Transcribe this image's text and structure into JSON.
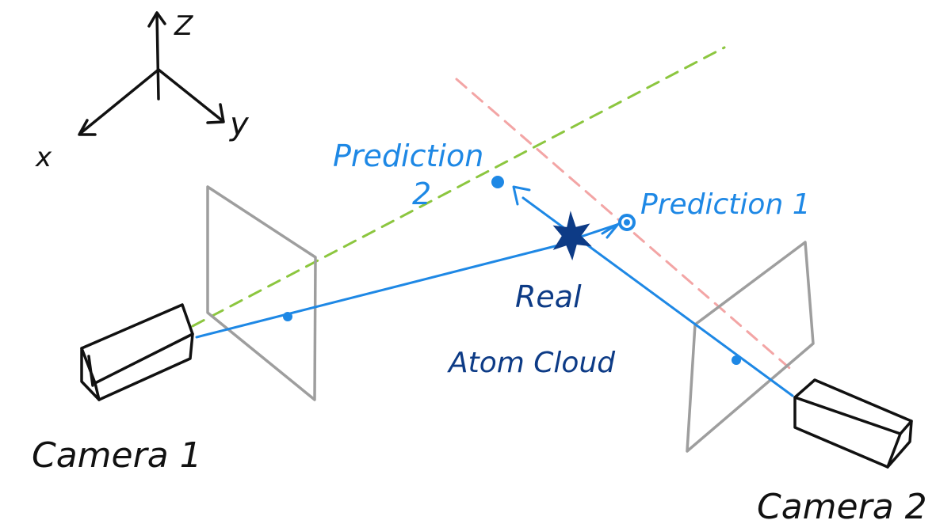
{
  "axes": {
    "z_label": "Z",
    "x_label": "x",
    "y_label": "y"
  },
  "labels": {
    "prediction_2_line1": "Prediction",
    "prediction_2_line2": "2",
    "prediction_1": "Prediction 1",
    "real_line1": "Real",
    "real_line2": "Atom Cloud",
    "camera_1": "Camera 1",
    "camera_2": "Camera 2"
  },
  "colors": {
    "ray": "#1e88e5",
    "line_camera1": "#8cc63f",
    "line_camera2": "#f3a5a5",
    "image_plane": "#9e9e9e",
    "atom_cloud": "#0d3b86"
  }
}
